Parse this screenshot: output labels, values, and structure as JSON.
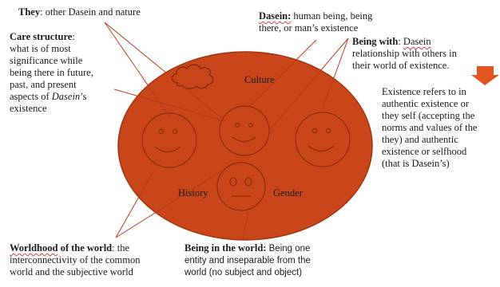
{
  "colors": {
    "circle_fill": "#c8461a",
    "circle_stroke": "#9e3510",
    "line": "#b83a14",
    "arrow": "#e0541e",
    "face_stroke": "#8a2e0e"
  },
  "icons": {
    "cloud": "cloud-shape",
    "faces": "smiley-face",
    "arrow": "down-arrow-icon"
  },
  "inner_labels": {
    "culture": "Culture",
    "history": "History",
    "gender": "Gender"
  },
  "they": {
    "term": "They",
    "rest": ": other Dasein and nature"
  },
  "care": {
    "term": "Care structure",
    "colon": ":",
    "lines": [
      "what is of most",
      "significance while",
      "being there in future,",
      "past, and present"
    ],
    "line5_prefix": "aspects of ",
    "line5_italic": "Dasein",
    "line5_suffix": "’s",
    "line6": "existence"
  },
  "dasein": {
    "term": "Dasein:",
    "rest": " human being, being",
    "line2": "there, or man’s existence"
  },
  "being_with": {
    "term": "Being with",
    "colon": ": ",
    "word": "Dasein",
    "line2": "relationship with others in",
    "line3": "their world of existence."
  },
  "existence": {
    "lines": [
      "Existence refers to in",
      "authentic existence or",
      "they self (accepting the",
      "norms and values of the",
      "they) and authentic",
      "existence or selfhood",
      "(that is Dasein’s)"
    ]
  },
  "worldhood": {
    "term": "Worldhood",
    "term2": " of the world",
    "rest": ": the",
    "line2": "interconnectivity of the common",
    "line3": "world and the subjective world"
  },
  "being_in": {
    "term": "Being in the world:",
    "rest": " Being one",
    "line2": "entity and inseparable from the",
    "line3": "world (no subject and object)"
  }
}
